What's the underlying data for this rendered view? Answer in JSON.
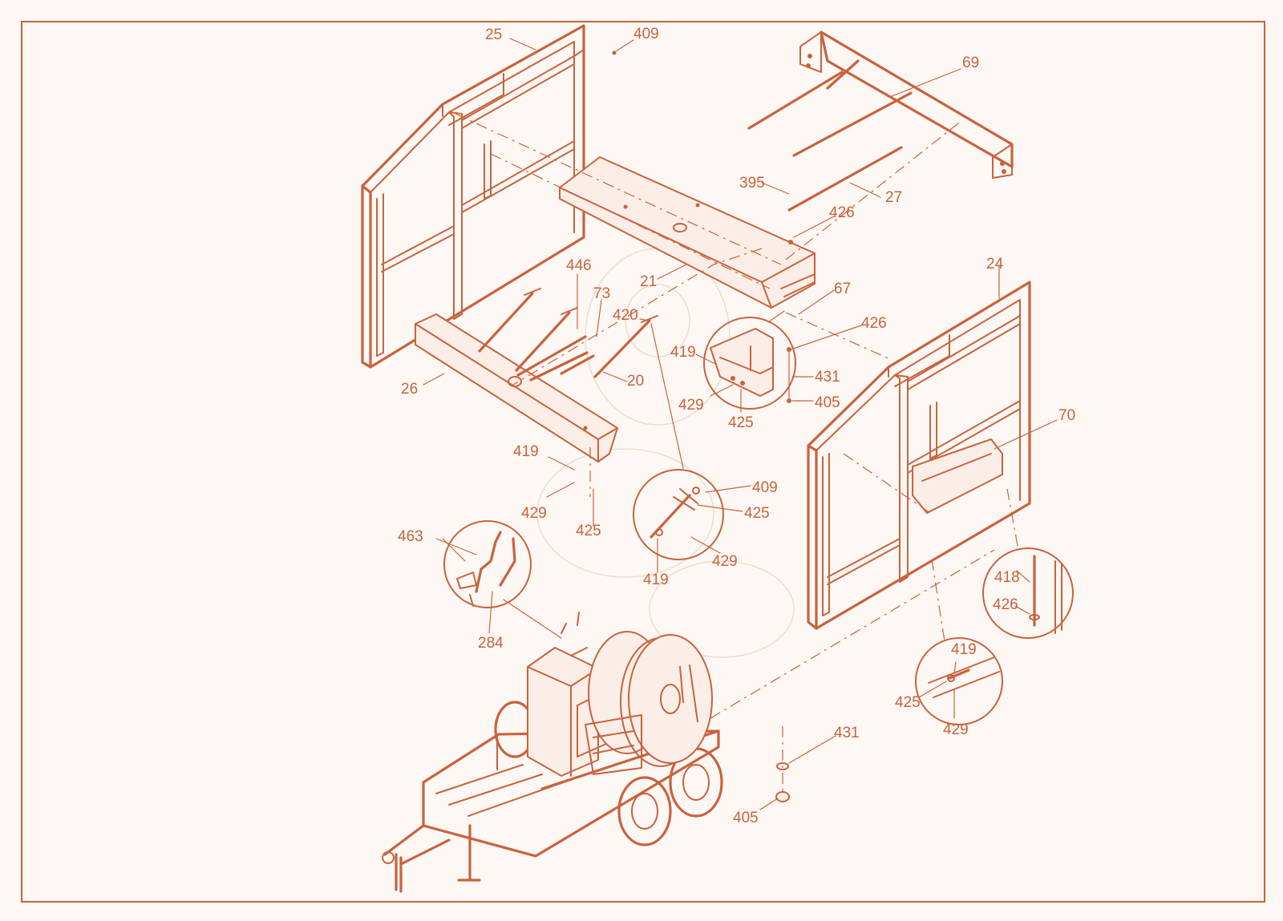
{
  "callouts": [
    {
      "id": "c25",
      "label": "25"
    },
    {
      "id": "c409a",
      "label": "409"
    },
    {
      "id": "c69",
      "label": "69"
    },
    {
      "id": "c395",
      "label": "395"
    },
    {
      "id": "c27",
      "label": "27"
    },
    {
      "id": "c426a",
      "label": "426"
    },
    {
      "id": "c21",
      "label": "21"
    },
    {
      "id": "c446",
      "label": "446"
    },
    {
      "id": "c73",
      "label": "73"
    },
    {
      "id": "c420",
      "label": "420"
    },
    {
      "id": "c67",
      "label": "67"
    },
    {
      "id": "c24",
      "label": "24"
    },
    {
      "id": "c426b",
      "label": "426"
    },
    {
      "id": "c419a",
      "label": "419"
    },
    {
      "id": "c431a",
      "label": "431"
    },
    {
      "id": "c429a",
      "label": "429"
    },
    {
      "id": "c405a",
      "label": "405"
    },
    {
      "id": "c425a",
      "label": "425"
    },
    {
      "id": "c26",
      "label": "26"
    },
    {
      "id": "c20",
      "label": "20"
    },
    {
      "id": "c70",
      "label": "70"
    },
    {
      "id": "c419b",
      "label": "419"
    },
    {
      "id": "c429b",
      "label": "429"
    },
    {
      "id": "c425b",
      "label": "425"
    },
    {
      "id": "c409b",
      "label": "409"
    },
    {
      "id": "c425c",
      "label": "425"
    },
    {
      "id": "c429c",
      "label": "429"
    },
    {
      "id": "c419c",
      "label": "419"
    },
    {
      "id": "c463",
      "label": "463"
    },
    {
      "id": "c284",
      "label": "284"
    },
    {
      "id": "c418",
      "label": "418"
    },
    {
      "id": "c426c",
      "label": "426"
    },
    {
      "id": "c419d",
      "label": "419"
    },
    {
      "id": "c425d",
      "label": "425"
    },
    {
      "id": "c429d",
      "label": "429"
    },
    {
      "id": "c431b",
      "label": "431"
    },
    {
      "id": "c405b",
      "label": "405"
    }
  ],
  "colors": {
    "line": "#c9623f",
    "background": "#fdf8f3"
  }
}
